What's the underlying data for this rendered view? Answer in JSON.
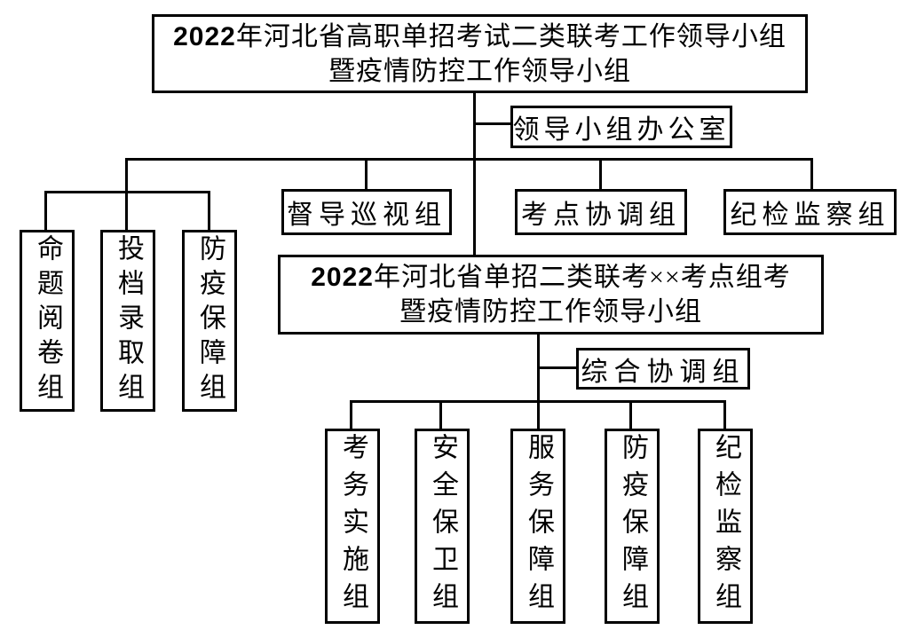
{
  "diagram": {
    "colors": {
      "background": "#ffffff",
      "line": "#000000",
      "text": "#000000"
    },
    "provincial": {
      "root_year": "2022",
      "root_line1_rest": "年河北省高职单招考试二类联考工作领导小组",
      "root_line2": "暨疫情防控工作领导小组",
      "office_label": "领导小组办公室",
      "vertical_groups": [
        "命题阅卷组",
        "投档录取组",
        "防疫保障组"
      ],
      "groups": [
        "督导巡视组",
        "考点协调组",
        "纪检监察组"
      ]
    },
    "site": {
      "root_year": "2022",
      "root_line1_rest": "年河北省单招二类联考××考点组考",
      "root_line2": "暨疫情防控工作领导小组",
      "office_label": "综合协调组",
      "groups": [
        "考务实施组",
        "安全保卫组",
        "服务保障组",
        "防疫保障组",
        "纪检监察组"
      ]
    }
  }
}
